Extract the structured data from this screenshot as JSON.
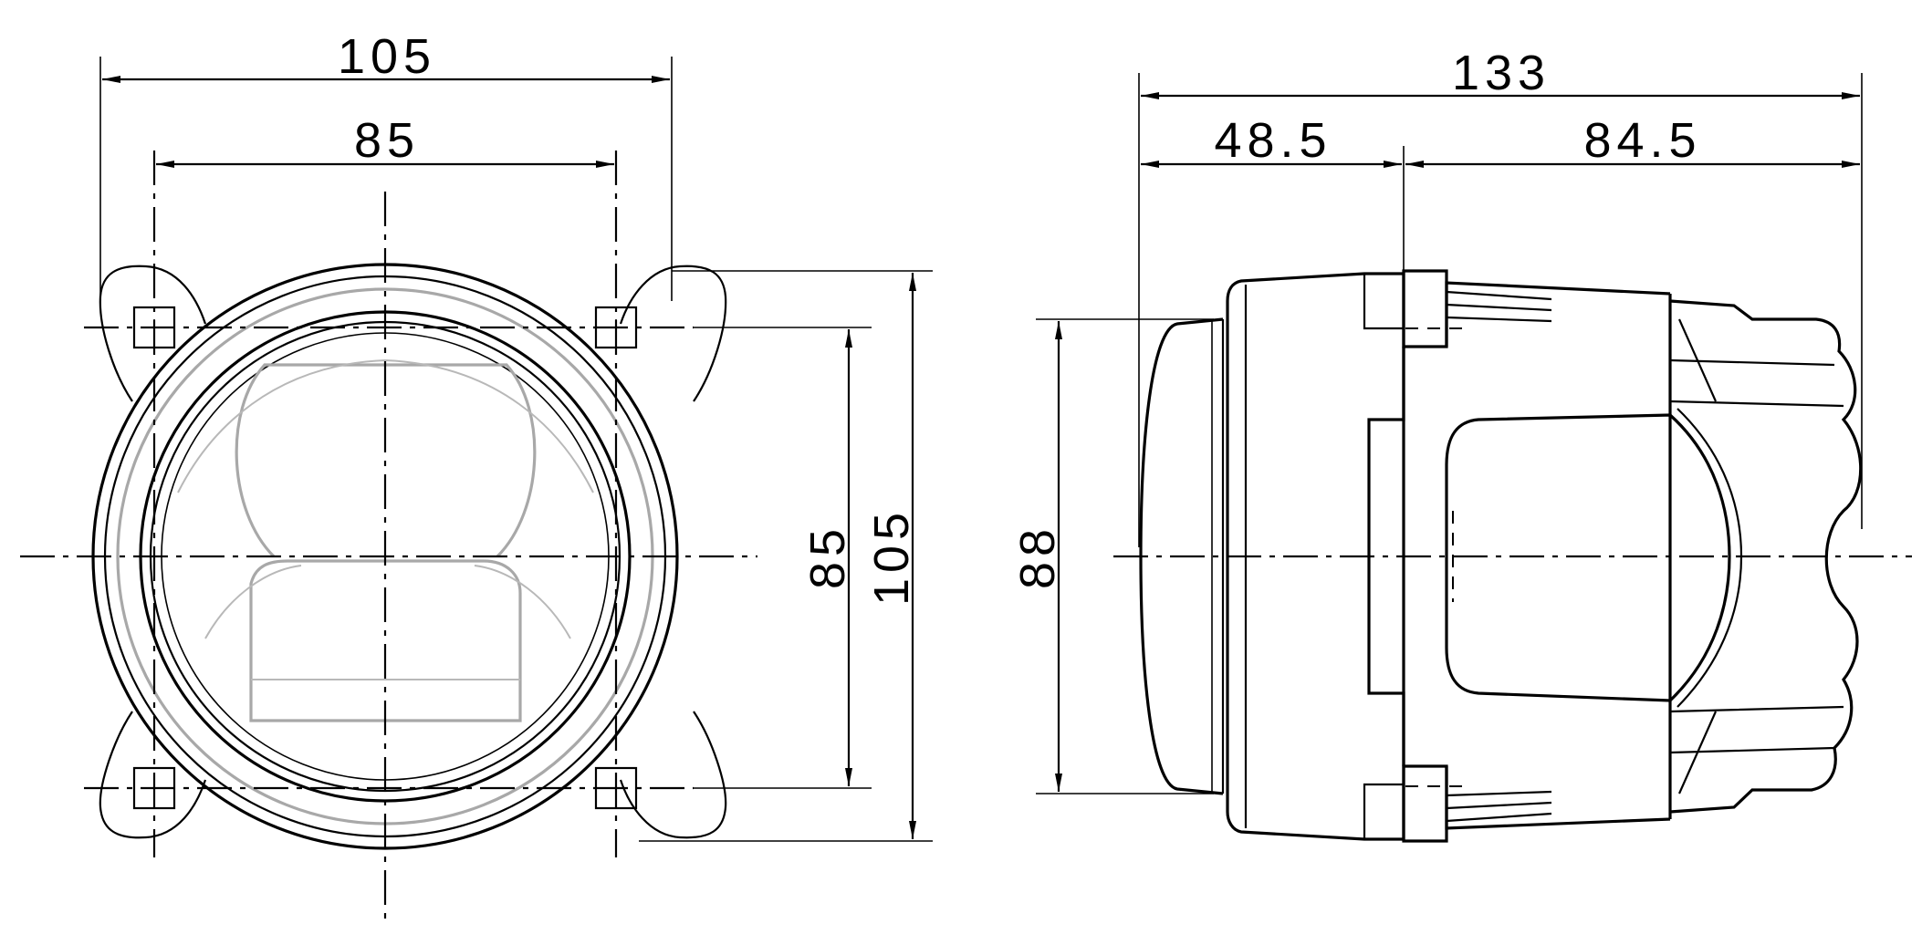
{
  "front_view": {
    "dim_overall_width": "105",
    "dim_mount_width": "85",
    "dim_mount_height": "85",
    "dim_overall_height": "105"
  },
  "side_view": {
    "dim_total_length": "133",
    "dim_front_section": "48.5",
    "dim_rear_section": "84.5",
    "dim_lens_height": "88"
  }
}
